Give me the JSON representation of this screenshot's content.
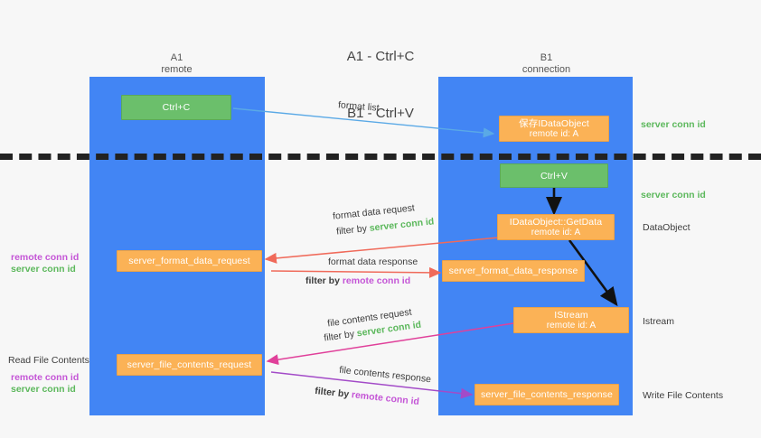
{
  "title": {
    "line1": "A1 - Ctrl+C",
    "line2": "B1 - Ctrl+V"
  },
  "columns": [
    {
      "name": "A1",
      "role": "remote"
    },
    {
      "name": "B1",
      "role": "connection"
    }
  ],
  "colors": {
    "lifeline": "#4285f4",
    "green_node": "#6bbf6b",
    "orange_node": "#fbb256",
    "server_conn": "#5cb85c",
    "remote_conn": "#c455d6",
    "arrow_blue": "#5aa9e6",
    "arrow_red": "#f06a5a",
    "arrow_black": "#111111",
    "arrow_magenta": "#e0409a",
    "arrow_purple": "#a34bc8",
    "background": "#f7f7f7"
  },
  "nodes": {
    "ctrl_c": {
      "label": "Ctrl+C"
    },
    "ctrl_v": {
      "label": "Ctrl+V"
    },
    "save_dataobject": {
      "line1": "保存IDataObject",
      "line2": "remote id: A"
    },
    "getdata": {
      "line1": "IDataObject::GetData",
      "line2": "remote id: A"
    },
    "istream": {
      "line1": "IStream",
      "line2": "remote id: A"
    },
    "server_format_data_request": {
      "label": "server_format_data_request"
    },
    "server_format_data_response": {
      "label": "server_format_data_response"
    },
    "server_file_contents_request": {
      "label": "server_file_contents_request"
    },
    "server_file_contents_response": {
      "label": "server_file_contents_response"
    }
  },
  "edge_labels": {
    "format_list": "format list",
    "format_data_request": "format data request",
    "format_data_request_filter_prefix": "filter by ",
    "format_data_request_filter_value": "server conn id",
    "format_data_response": "format data response",
    "format_data_response_filter_prefix": "filter by ",
    "format_data_response_filter_value": "remote conn id",
    "file_contents_request": "file contents request",
    "file_contents_request_filter_prefix": "filter by ",
    "file_contents_request_filter_value": "server conn id",
    "file_contents_response": "file contents response",
    "file_contents_response_filter_prefix": "filter by ",
    "file_contents_response_filter_value": "remote conn id"
  },
  "right_annotations": [
    {
      "text": "server conn id",
      "kind": "server"
    },
    {
      "text": "server conn id",
      "kind": "server"
    },
    {
      "text": "DataObject",
      "kind": "plain"
    },
    {
      "text": "Istream",
      "kind": "plain"
    },
    {
      "text": "Write File Contents",
      "kind": "plain"
    }
  ],
  "left_annotations": {
    "group1": {
      "remote": "remote conn id",
      "server": "server conn id"
    },
    "read_file_contents": "Read File Contents",
    "group2": {
      "remote": "remote conn id",
      "server": "server conn id"
    }
  }
}
